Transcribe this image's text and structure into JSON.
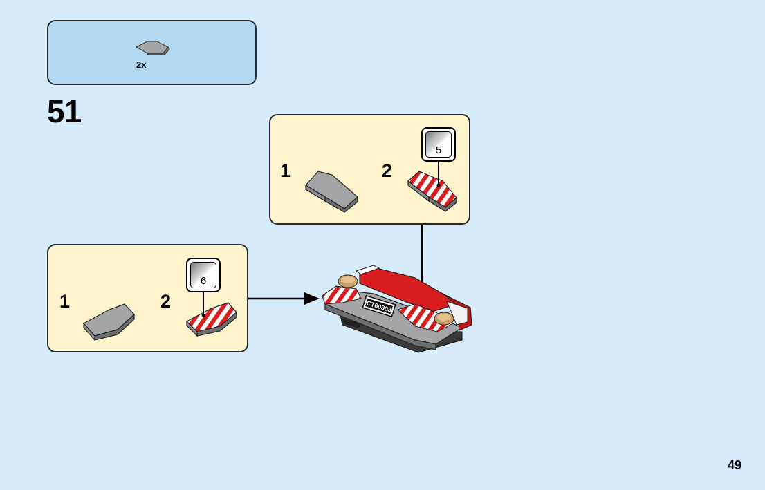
{
  "page": {
    "number": "49",
    "background_color": "#d6ecfb"
  },
  "parts_callout": {
    "count": "2x",
    "part": "light-bluish-gray-curved-slope-icon"
  },
  "step": {
    "number": "51"
  },
  "subassembly_top": {
    "step1": "1",
    "step2": "2",
    "sticker": "5"
  },
  "subassembly_left": {
    "step1": "1",
    "step2": "2",
    "sticker": "6"
  },
  "model": {
    "plate_text": "CT60308"
  }
}
